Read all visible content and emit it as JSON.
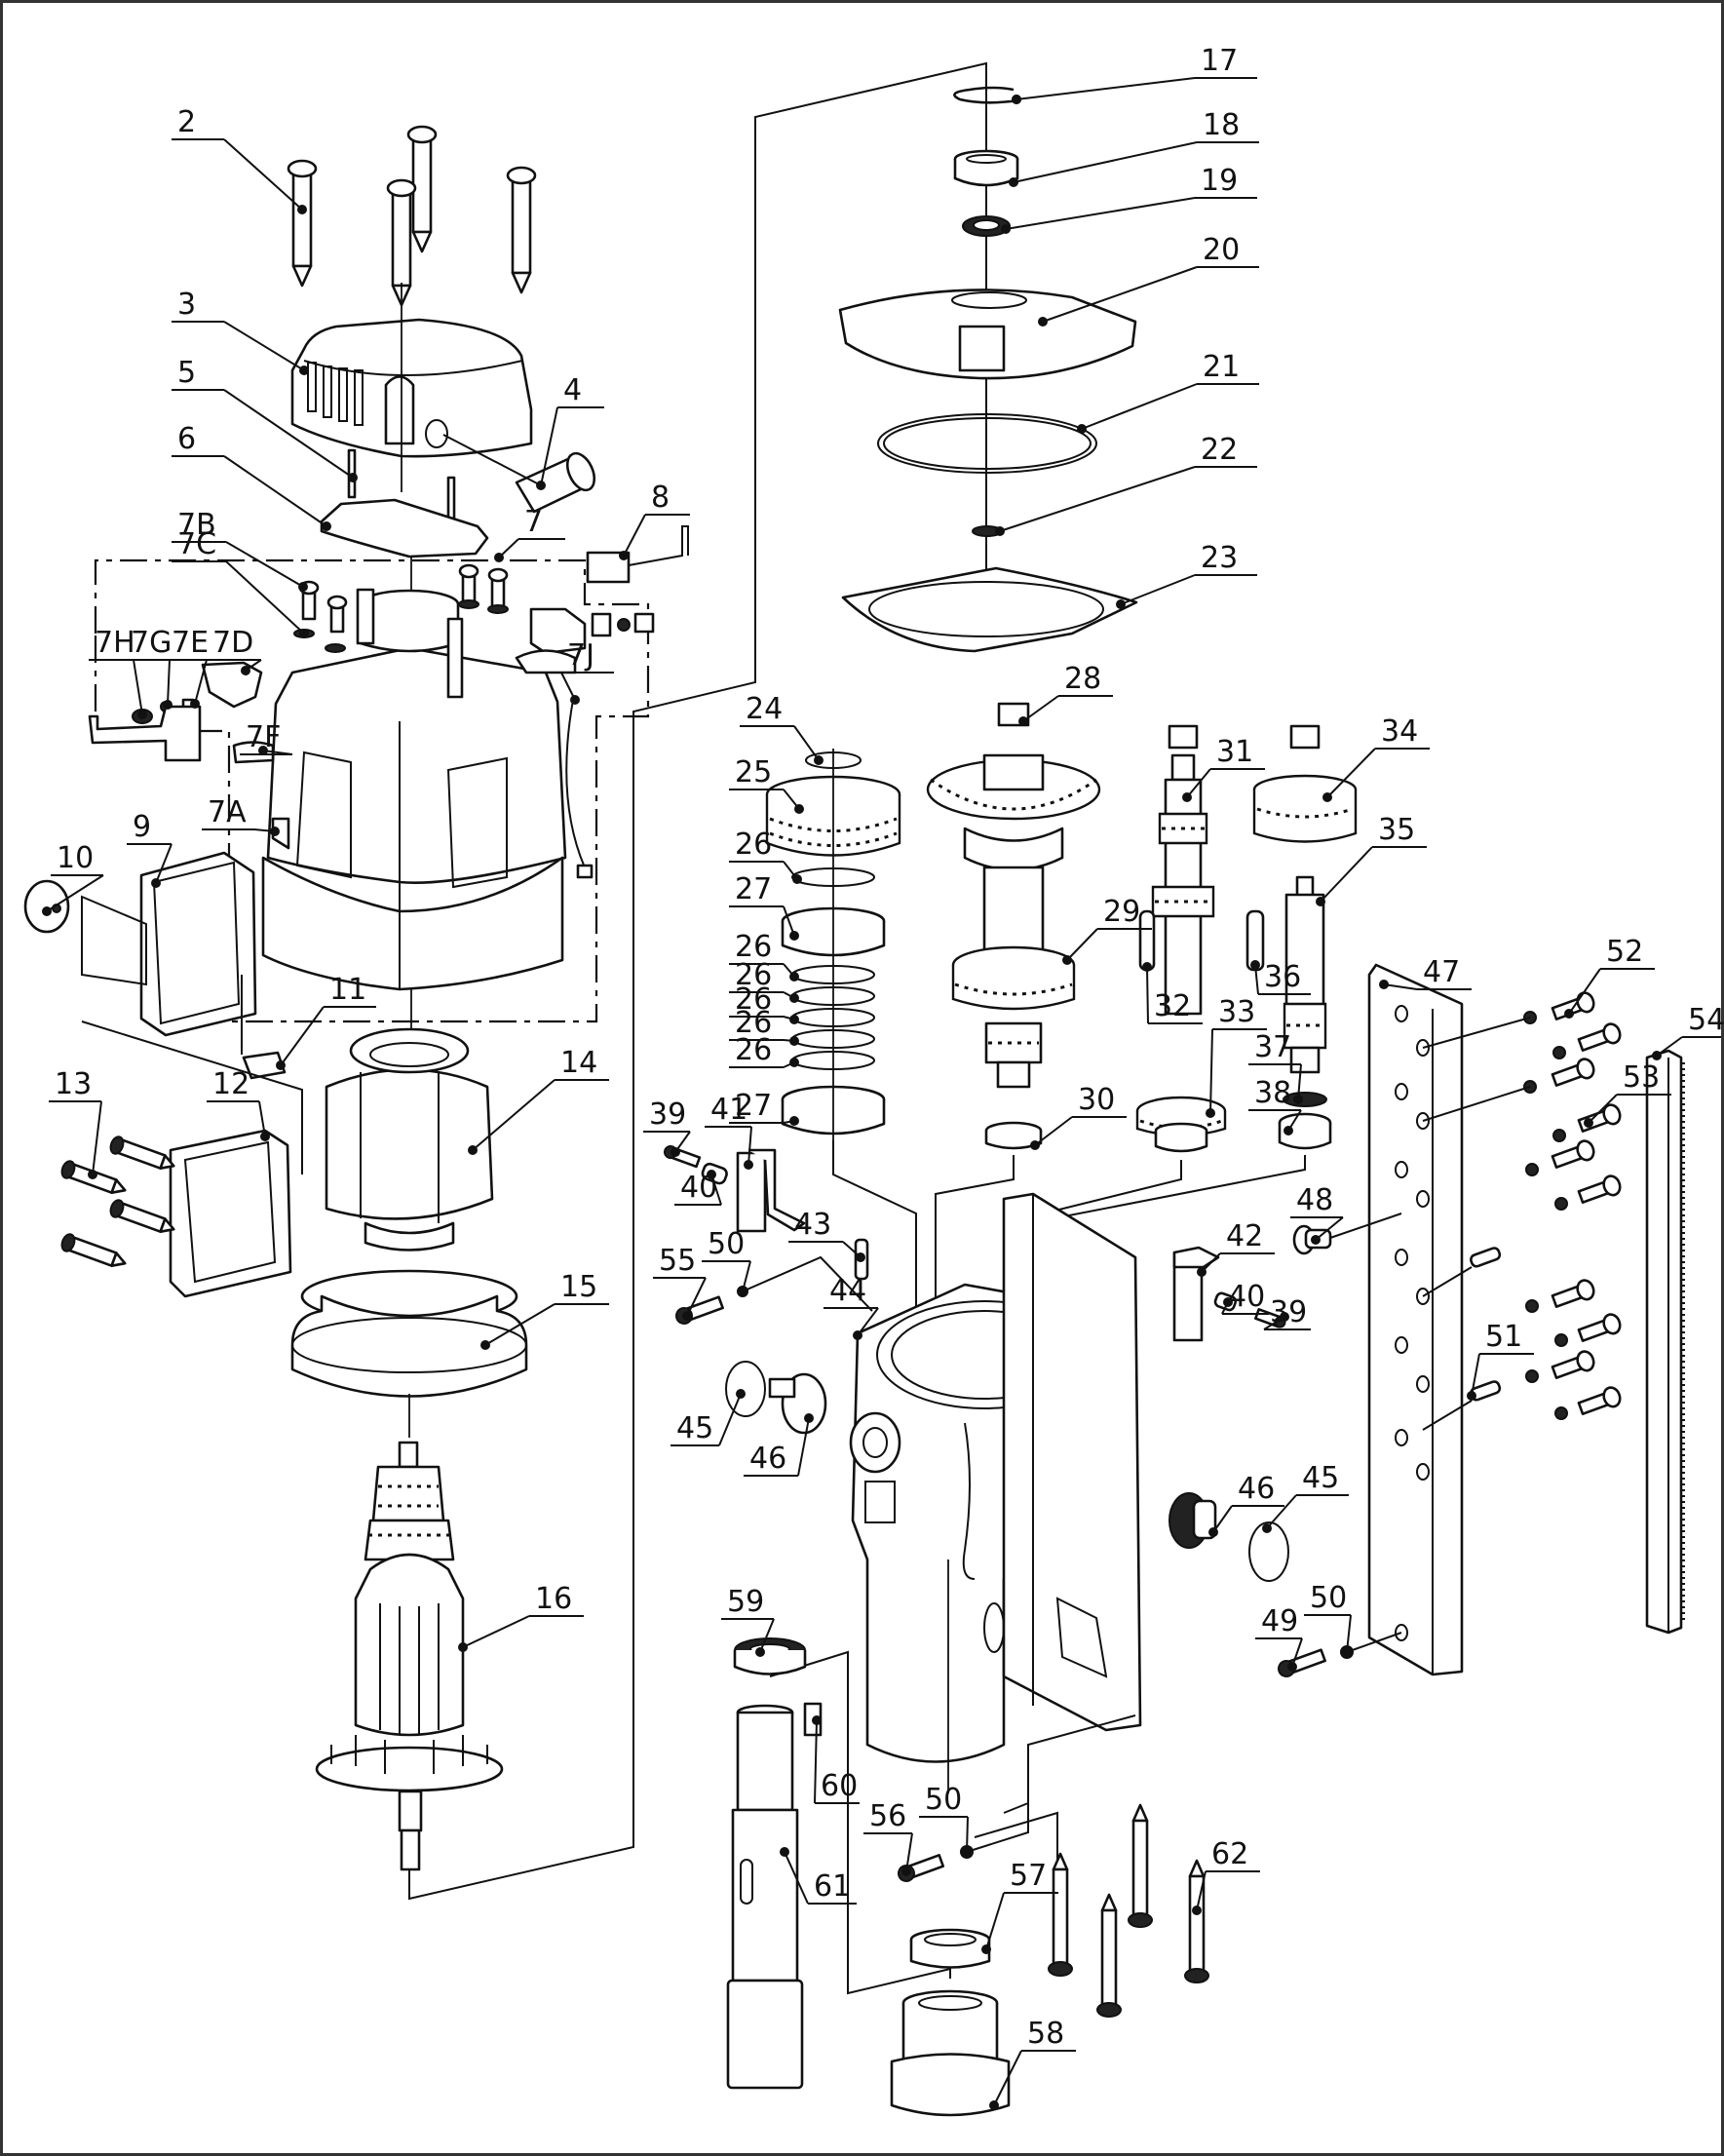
{
  "diagram": {
    "title": "Exploded parts diagram – magnetic drill motor & gearbox assembly",
    "callouts": [
      {
        "id": "c2",
        "label": "2"
      },
      {
        "id": "c3",
        "label": "3"
      },
      {
        "id": "c4",
        "label": "4"
      },
      {
        "id": "c5",
        "label": "5"
      },
      {
        "id": "c6",
        "label": "6"
      },
      {
        "id": "c7",
        "label": "7"
      },
      {
        "id": "c7a",
        "label": "7A"
      },
      {
        "id": "c7b",
        "label": "7B"
      },
      {
        "id": "c7c",
        "label": "7C"
      },
      {
        "id": "c7d",
        "label": "7D"
      },
      {
        "id": "c7e",
        "label": "7E"
      },
      {
        "id": "c7f",
        "label": "7F"
      },
      {
        "id": "c7g",
        "label": "7G"
      },
      {
        "id": "c7h",
        "label": "7H"
      },
      {
        "id": "c7j",
        "label": "7J"
      },
      {
        "id": "c8",
        "label": "8"
      },
      {
        "id": "c9",
        "label": "9"
      },
      {
        "id": "c10",
        "label": "10"
      },
      {
        "id": "c11",
        "label": "11"
      },
      {
        "id": "c12",
        "label": "12"
      },
      {
        "id": "c13",
        "label": "13"
      },
      {
        "id": "c14",
        "label": "14"
      },
      {
        "id": "c15",
        "label": "15"
      },
      {
        "id": "c16",
        "label": "16"
      },
      {
        "id": "c17",
        "label": "17"
      },
      {
        "id": "c18",
        "label": "18"
      },
      {
        "id": "c19",
        "label": "19"
      },
      {
        "id": "c20",
        "label": "20"
      },
      {
        "id": "c21",
        "label": "21"
      },
      {
        "id": "c22",
        "label": "22"
      },
      {
        "id": "c23",
        "label": "23"
      },
      {
        "id": "c24",
        "label": "24"
      },
      {
        "id": "c25",
        "label": "25"
      },
      {
        "id": "c26a",
        "label": "26"
      },
      {
        "id": "c27a",
        "label": "27"
      },
      {
        "id": "c26b",
        "label": "26"
      },
      {
        "id": "c26c",
        "label": "26"
      },
      {
        "id": "c26d",
        "label": "26"
      },
      {
        "id": "c26e",
        "label": "26"
      },
      {
        "id": "c26f",
        "label": "26"
      },
      {
        "id": "c27b",
        "label": "27"
      },
      {
        "id": "c28",
        "label": "28"
      },
      {
        "id": "c29",
        "label": "29"
      },
      {
        "id": "c30",
        "label": "30"
      },
      {
        "id": "c31",
        "label": "31"
      },
      {
        "id": "c32",
        "label": "32"
      },
      {
        "id": "c33",
        "label": "33"
      },
      {
        "id": "c34",
        "label": "34"
      },
      {
        "id": "c35",
        "label": "35"
      },
      {
        "id": "c36",
        "label": "36"
      },
      {
        "id": "c37",
        "label": "37"
      },
      {
        "id": "c38",
        "label": "38"
      },
      {
        "id": "c39a",
        "label": "39"
      },
      {
        "id": "c40a",
        "label": "40"
      },
      {
        "id": "c41",
        "label": "41"
      },
      {
        "id": "c42",
        "label": "42"
      },
      {
        "id": "c43",
        "label": "43"
      },
      {
        "id": "c44",
        "label": "44"
      },
      {
        "id": "c45a",
        "label": "45"
      },
      {
        "id": "c46a",
        "label": "46"
      },
      {
        "id": "c39b",
        "label": "39"
      },
      {
        "id": "c40b",
        "label": "40"
      },
      {
        "id": "c45b",
        "label": "45"
      },
      {
        "id": "c46b",
        "label": "46"
      },
      {
        "id": "c47",
        "label": "47"
      },
      {
        "id": "c48",
        "label": "48"
      },
      {
        "id": "c49",
        "label": "49"
      },
      {
        "id": "c50a",
        "label": "50"
      },
      {
        "id": "c50b",
        "label": "50"
      },
      {
        "id": "c50c",
        "label": "50"
      },
      {
        "id": "c51",
        "label": "51"
      },
      {
        "id": "c52",
        "label": "52"
      },
      {
        "id": "c53",
        "label": "53"
      },
      {
        "id": "c54",
        "label": "54"
      },
      {
        "id": "c55",
        "label": "55"
      },
      {
        "id": "c56",
        "label": "56"
      },
      {
        "id": "c57",
        "label": "57"
      },
      {
        "id": "c58",
        "label": "58"
      },
      {
        "id": "c59",
        "label": "59"
      },
      {
        "id": "c60",
        "label": "60"
      },
      {
        "id": "c61",
        "label": "61"
      },
      {
        "id": "c62",
        "label": "62"
      }
    ]
  }
}
